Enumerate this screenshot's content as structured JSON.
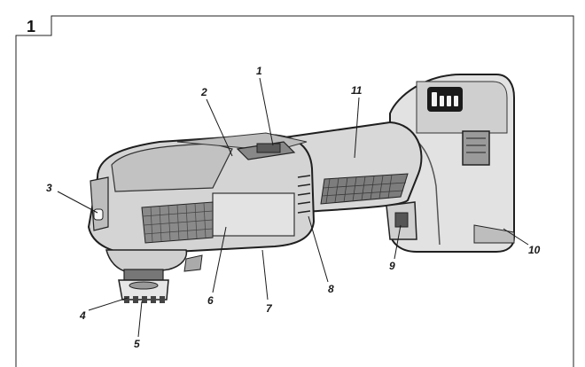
{
  "figure_number": "1",
  "callouts": [
    {
      "id": "1",
      "label": "1"
    },
    {
      "id": "2",
      "label": "2"
    },
    {
      "id": "3",
      "label": "3"
    },
    {
      "id": "4",
      "label": "4"
    },
    {
      "id": "5",
      "label": "5"
    },
    {
      "id": "6",
      "label": "6"
    },
    {
      "id": "7",
      "label": "7"
    },
    {
      "id": "8",
      "label": "8"
    },
    {
      "id": "9",
      "label": "9"
    },
    {
      "id": "10",
      "label": "10"
    },
    {
      "id": "11",
      "label": "11"
    }
  ]
}
